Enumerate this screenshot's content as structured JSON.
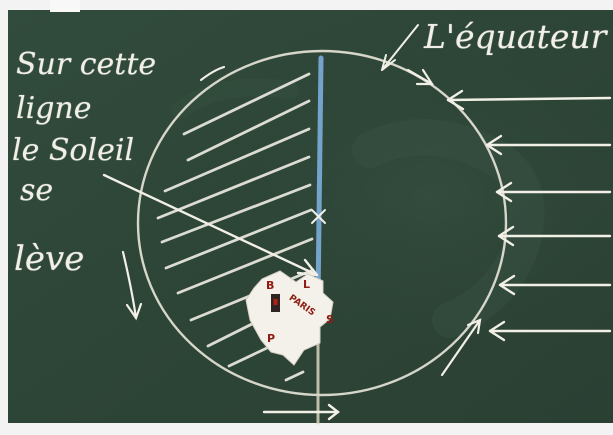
{
  "scene": {
    "chalkboard_color": "#2e4538",
    "chalk_color": "#f1efe6",
    "blue_chalk_color": "#79a9d1",
    "map_color": "#f4f1ea",
    "map_marker_color": "#8e1c12"
  },
  "chalk_text": {
    "left_note_lines": [
      "Sur cette",
      "ligne",
      "le Soleil",
      "se",
      "lève"
    ],
    "equator_label": "L'équateur"
  },
  "map": {
    "labels": {
      "b": "B",
      "l": "L",
      "s": "S",
      "p": "P",
      "paris": "PARIS"
    }
  },
  "icons": {
    "sun_rays": "sun-ray-arrow-icon",
    "rotation": "rotation-arrow-icon",
    "pointer": "pointer-arrow-icon"
  }
}
